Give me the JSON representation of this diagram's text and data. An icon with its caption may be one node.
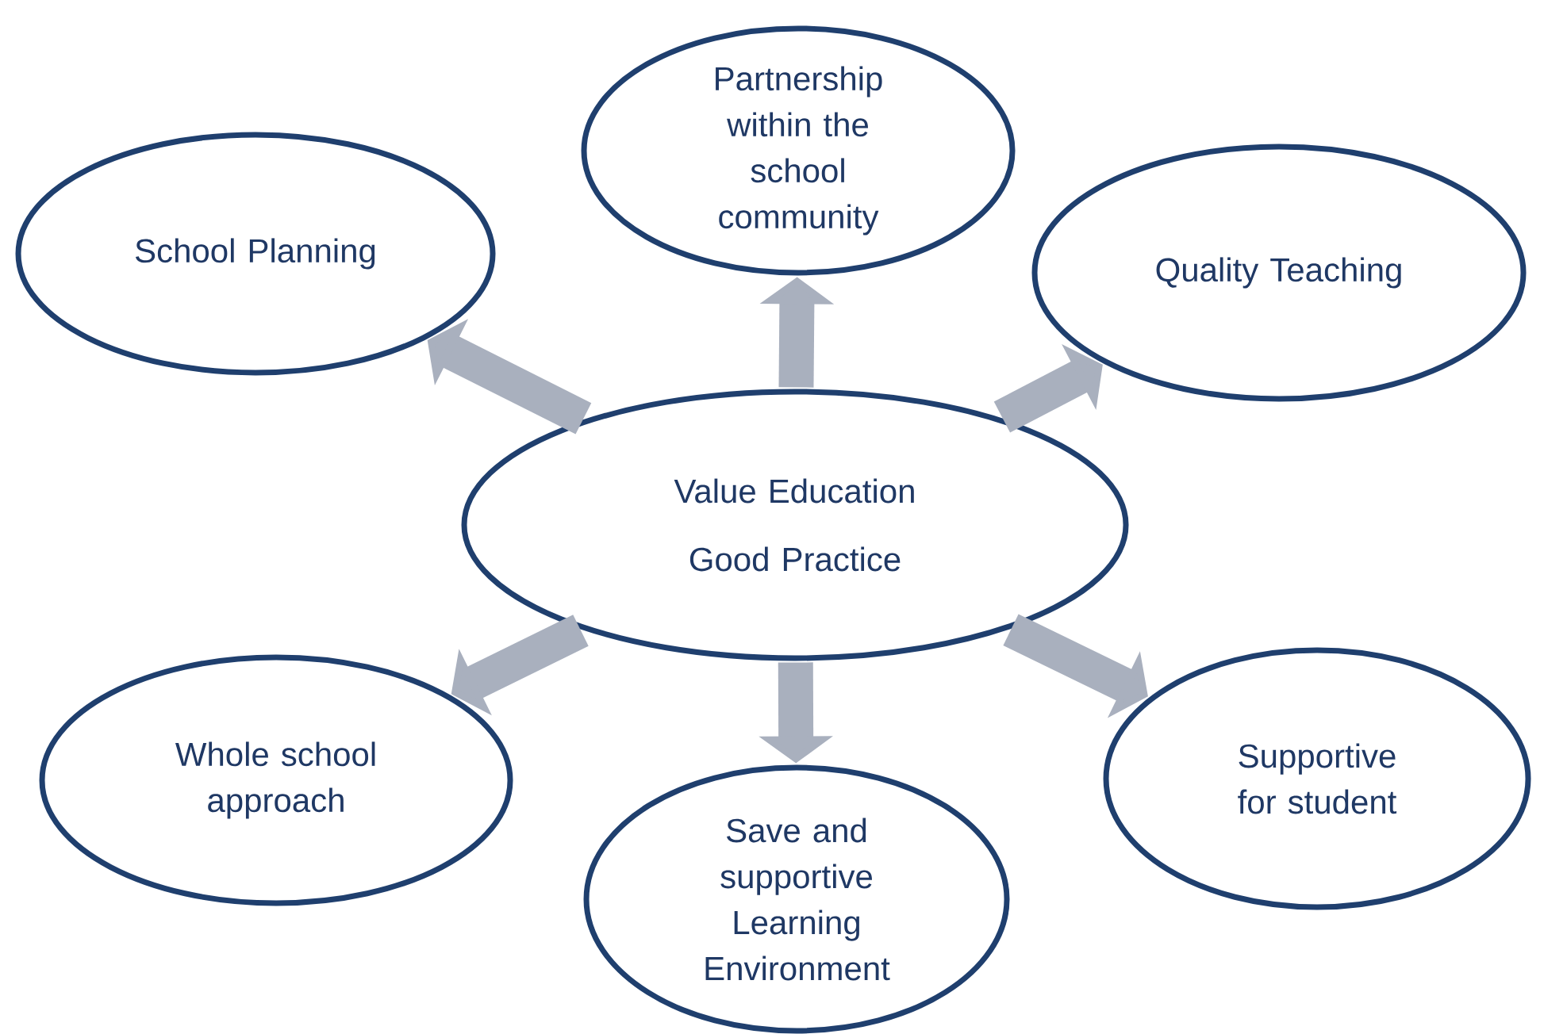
{
  "diagram": {
    "nodes": [
      {
        "text": [
          "Partnership within the school community"
        ]
      },
      {
        "text": [
          "School Planning"
        ]
      },
      {
        "text": [
          "Quality Teaching"
        ]
      },
      {
        "text": [
          "Value Education",
          "Good Practice"
        ]
      },
      {
        "text": [
          "Whole school approach"
        ]
      },
      {
        "text": [
          "Supportive for student"
        ]
      },
      {
        "text": [
          "Save and supportive Learning Environment"
        ]
      }
    ],
    "edges": [
      {
        "from": 3,
        "to": 0,
        "arrow": "to"
      },
      {
        "from": 3,
        "to": 1,
        "arrow": "to"
      },
      {
        "from": 3,
        "to": 2,
        "arrow": "to"
      },
      {
        "from": 3,
        "to": 4,
        "arrow": "to"
      },
      {
        "from": 3,
        "to": 5,
        "arrow": "to"
      },
      {
        "from": 3,
        "to": 6,
        "arrow": "to"
      }
    ]
  }
}
